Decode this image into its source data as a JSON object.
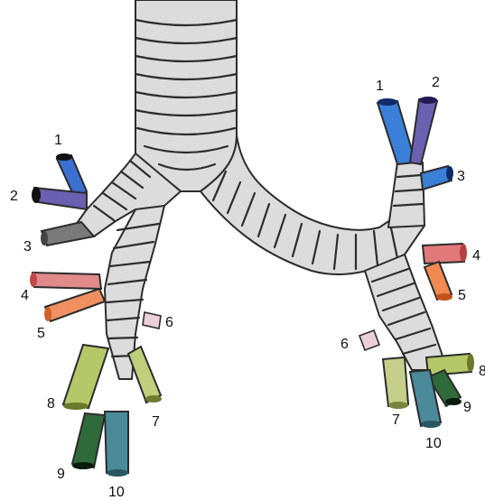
{
  "right_lung": {
    "segments": [
      {
        "number": "1",
        "color": "#3b6fd0"
      },
      {
        "number": "2",
        "color": "#6a5fb0"
      },
      {
        "number": "3",
        "color": "#7a7a7a"
      },
      {
        "number": "4",
        "color": "#e08a8a"
      },
      {
        "number": "5",
        "color": "#f09060"
      },
      {
        "number": "6",
        "color": "#ecd0d8"
      },
      {
        "number": "7",
        "color": "#bfcf7a"
      },
      {
        "number": "8",
        "color": "#b4c86a"
      },
      {
        "number": "9",
        "color": "#2f6a3a"
      },
      {
        "number": "10",
        "color": "#4b8a9a"
      }
    ]
  },
  "left_lung": {
    "segments": [
      {
        "number": "1",
        "color": "#3b7fd8"
      },
      {
        "number": "2",
        "color": "#6a62b0"
      },
      {
        "number": "3",
        "color": "#3b7fd8"
      },
      {
        "number": "4",
        "color": "#e07a7a"
      },
      {
        "number": "5",
        "color": "#f08a50"
      },
      {
        "number": "6",
        "color": "#ecd0d8"
      },
      {
        "number": "7",
        "color": "#c6cf8a"
      },
      {
        "number": "8",
        "color": "#b4c86a"
      },
      {
        "number": "9",
        "color": "#2f6a3a"
      },
      {
        "number": "10",
        "color": "#4b8a9a"
      }
    ]
  }
}
